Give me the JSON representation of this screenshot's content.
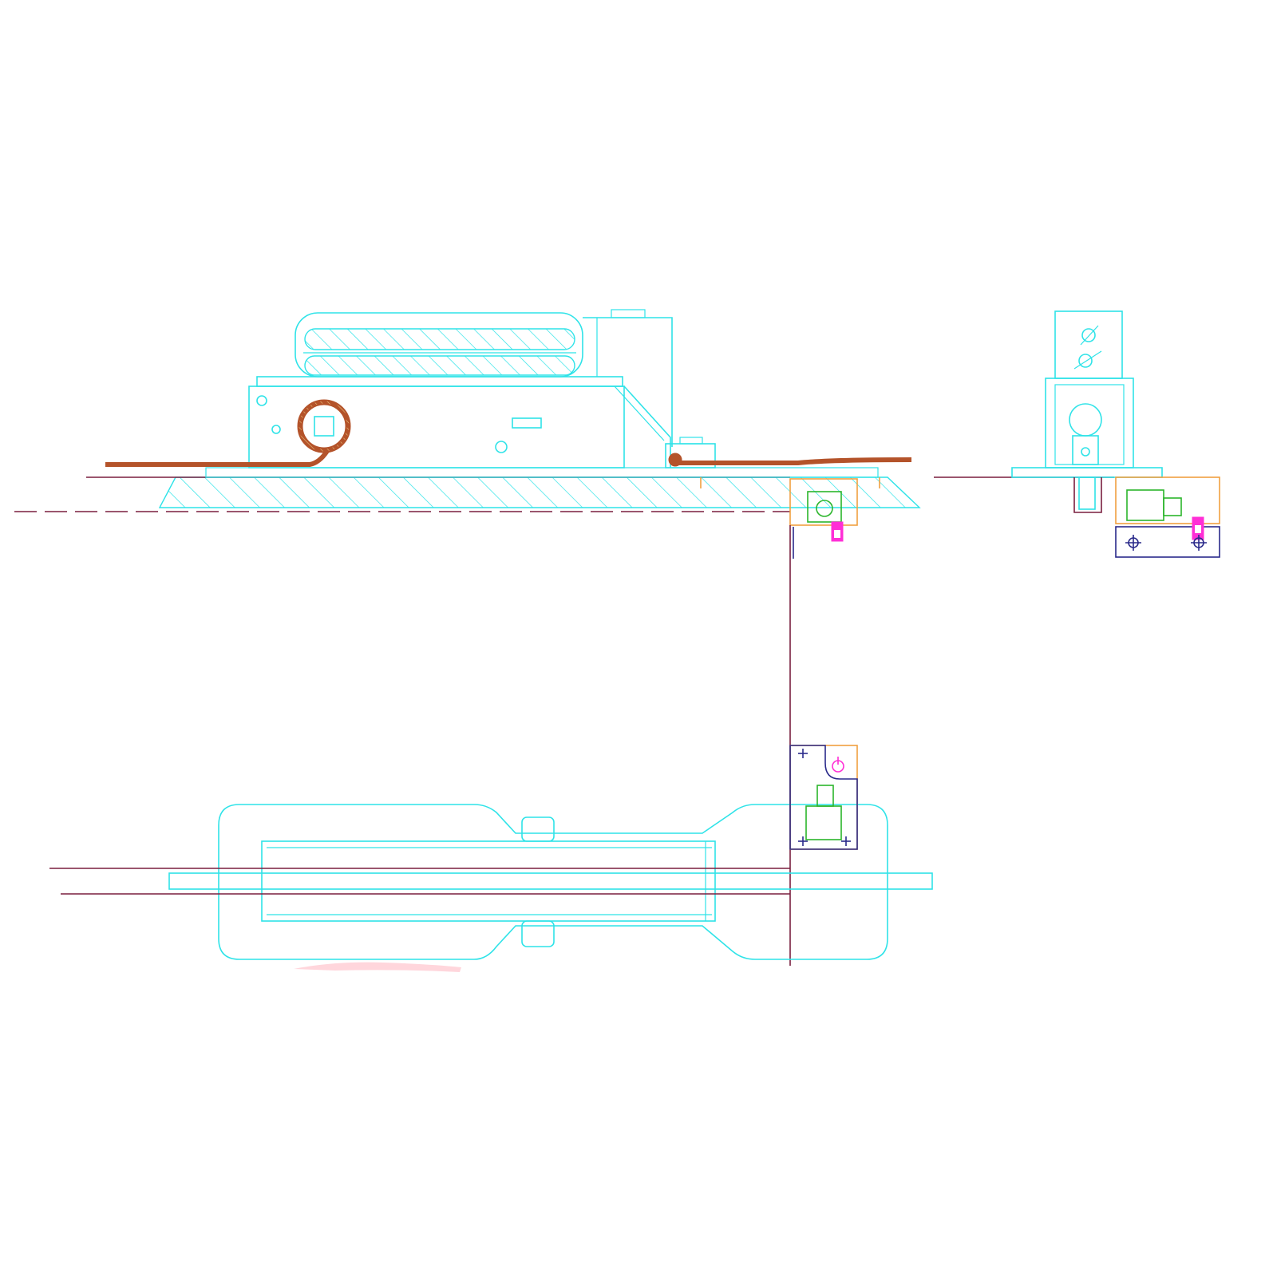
{
  "drawing": {
    "views": [
      "elevation-section",
      "end-view",
      "plan-view"
    ],
    "colors": {
      "machine_outline": "#2fe3e8",
      "reference_lines": "#7a1f3f",
      "bracket": "#f0a040",
      "motor": "#2bb52b",
      "base_plate": "#2a2a8a",
      "fastener": "#ff2fd6",
      "spring_plate": "#b4532a",
      "background": "#ffffff"
    },
    "icons": [
      "hatch-pattern",
      "coil-spring-symbol",
      "bolt-symbol",
      "crosshair-hole-symbol"
    ]
  }
}
